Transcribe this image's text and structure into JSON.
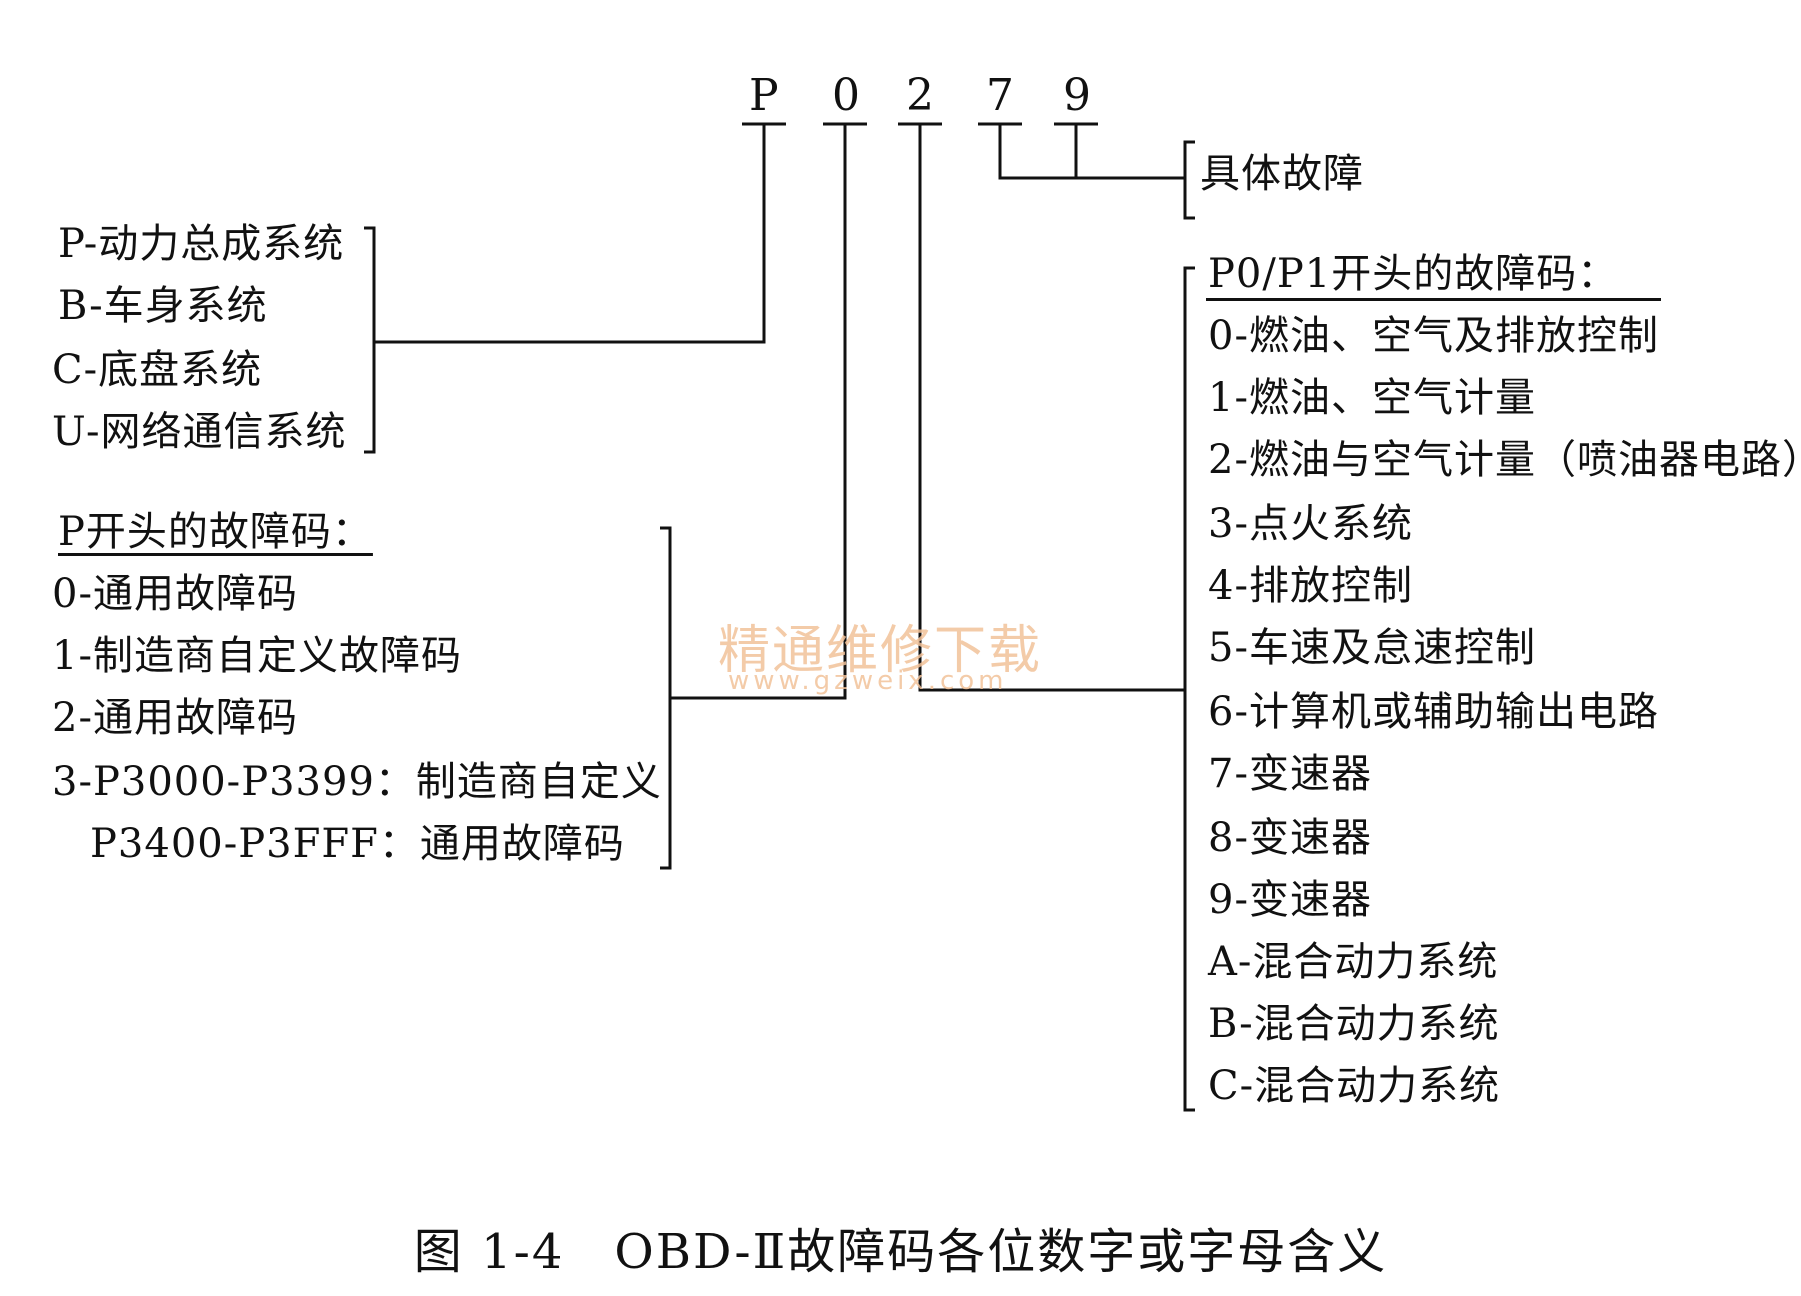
{
  "code": {
    "chars": [
      "P",
      "0",
      "2",
      "7",
      "9"
    ]
  },
  "specific_fault": "具体故障",
  "systems": [
    "P-动力总成系统",
    "B-车身系统",
    "C-底盘系统",
    "U-网络通信系统"
  ],
  "p_codes": {
    "header": "P开头的故障码：",
    "items": [
      "0-通用故障码",
      "1-制造商自定义故障码",
      "2-通用故障码",
      "3-P3000-P3399：制造商自定义",
      "P3400-P3FFF：通用故障码"
    ]
  },
  "p0p1_codes": {
    "header": "P0/P1开头的故障码：",
    "items": [
      "0-燃油、空气及排放控制",
      "1-燃油、空气计量",
      "2-燃油与空气计量（喷油器电路）",
      "3-点火系统",
      "4-排放控制",
      "5-车速及怠速控制",
      "6-计算机或辅助输出电路",
      "7-变速器",
      "8-变速器",
      "9-变速器",
      "A-混合动力系统",
      "B-混合动力系统",
      "C-混合动力系统"
    ]
  },
  "watermark": {
    "cn": "精通维修下载",
    "url": "www.gzweix.com"
  },
  "caption": "图 1-4　OBD-Ⅱ故障码各位数字或字母含义",
  "colors": {
    "ink": "#111111",
    "watermark": "#f2c29a",
    "background": "#ffffff"
  }
}
